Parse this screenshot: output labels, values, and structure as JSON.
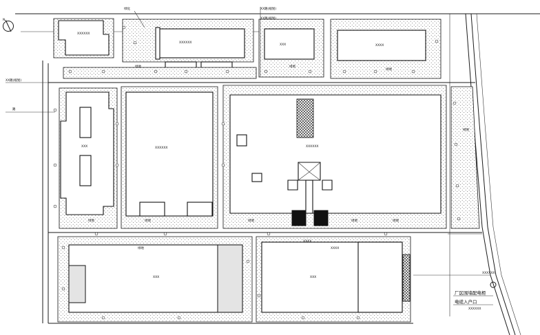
{
  "north_arrow": "N",
  "labels": {
    "west_road": "路",
    "west_road_name": "XX路(规划)",
    "north_tag_1": "绿化",
    "north_tag_2": "XX路(规划)",
    "north_tag_3": "XX路(规划)",
    "bldg_north_a": "XXXXXX",
    "bldg_north_b": "XXX",
    "bldg_north_c": "XXXX",
    "bldg_left": "XXX",
    "bldg_mid": "XXXXXX",
    "bldg_main": "XXXXXX",
    "bldg_bottom_left": "XXX",
    "bldg_bottom_right": "XXX",
    "green_a": "绿地",
    "green_b": "绿地",
    "green_c": "绿地",
    "green_d": "绿地",
    "green_e": "绿地",
    "green_f": "绿地",
    "green_g": "绿地",
    "green_h": "绿地",
    "green_i": "绿地",
    "east_green": "绿地",
    "road_mid": "XXXX",
    "road_mid2": "XXXX",
    "gate_1": "厂区围墙配电柜",
    "gate_2": "电缆入户口",
    "east_note_1": "XXXXXX",
    "east_note_2": "XXXXXX"
  }
}
